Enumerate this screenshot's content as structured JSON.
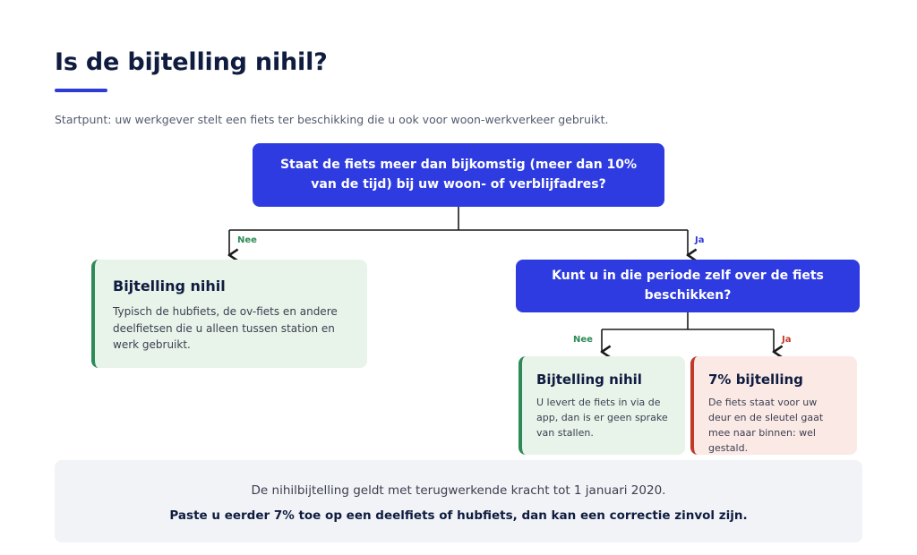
{
  "page": {
    "title": "Is de bijtelling nihil?",
    "intro": "Startpunt: uw werkgever stelt een fiets ter beschikking die u ook voor woon-werkverkeer gebruikt."
  },
  "flow": {
    "question_1": "Staat de fiets meer dan bijkomstig (meer dan 10% van de tijd) bij uw woon- of verblijfadres?",
    "question_1_no_label": "Nee",
    "question_1_yes_label": "Ja",
    "question_2": "Kunt u in die periode zelf over de fiets beschikken?",
    "question_2_no_label": "Nee",
    "question_2_yes_label": "Ja",
    "result_1": {
      "title": "Bijtelling nihil",
      "text": "Typisch de hubfiets, de ov-fiets en andere deelfietsen die u alleen tussen station en werk gebruikt."
    },
    "result_2": {
      "title": "Bijtelling nihil",
      "text": "U levert de fiets in via de app, dan is er geen sprake van stallen."
    },
    "result_3": {
      "title": "7% bijtelling",
      "text": "De fiets staat voor uw deur en de sleutel gaat mee naar binnen: wel gestald."
    }
  },
  "footer": {
    "line_1": "De nihilbijtelling geldt met terugwerkende kracht tot 1 januari 2020.",
    "line_2": "Paste u eerder 7% toe op een deelfiets of hubfiets, dan kan een correctie zinvol zijn."
  },
  "colors": {
    "question_bg": "#2e3be0",
    "nihil_bg": "#e8f3ea",
    "nihil_accent": "#2e8b57",
    "bijtelling_bg": "#fbe9e6",
    "bijtelling_accent": "#c0392b",
    "connector": "#1a1a1a"
  }
}
